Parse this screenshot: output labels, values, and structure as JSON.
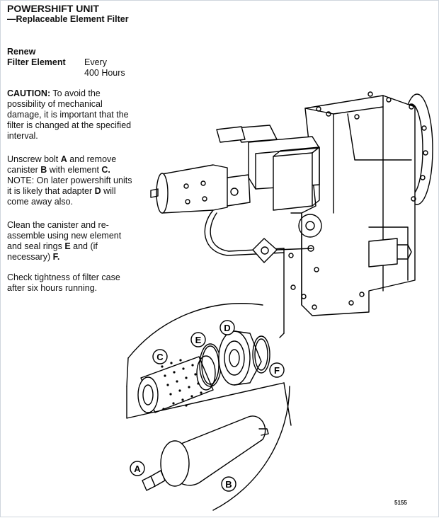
{
  "header": {
    "title": "POWERSHIFT UNIT",
    "subtitle": "—Replaceable Element Filter"
  },
  "renew": {
    "heading": "Renew",
    "item_label": "Filter Element",
    "interval_line1": "Every",
    "interval_line2": "400 Hours"
  },
  "caution": {
    "label": "CAUTION:",
    "text": " To avoid the possibility of mechanical damage, it is important that the filter is changed at the specified interval."
  },
  "step1": {
    "t1": "Unscrew bolt ",
    "a": "A",
    "t2": "  and remove canister ",
    "b": "B",
    "t3": " with element ",
    "c": "C.",
    "t4": " NOTE:  On later powershift units it is likely that adapter ",
    "d": "D",
    "t5": " will come away also."
  },
  "step2": {
    "t1": "Clean the canister and re-assemble using new element and seal rings ",
    "e": "E",
    "t2": " and (if necessary) ",
    "f": "F."
  },
  "step3": {
    "text": "Check tightness of filter case after six hours running."
  },
  "callouts": {
    "a": "A",
    "b": "B",
    "c": "C",
    "d": "D",
    "e": "E",
    "f": "F"
  },
  "figure_number": "5155"
}
